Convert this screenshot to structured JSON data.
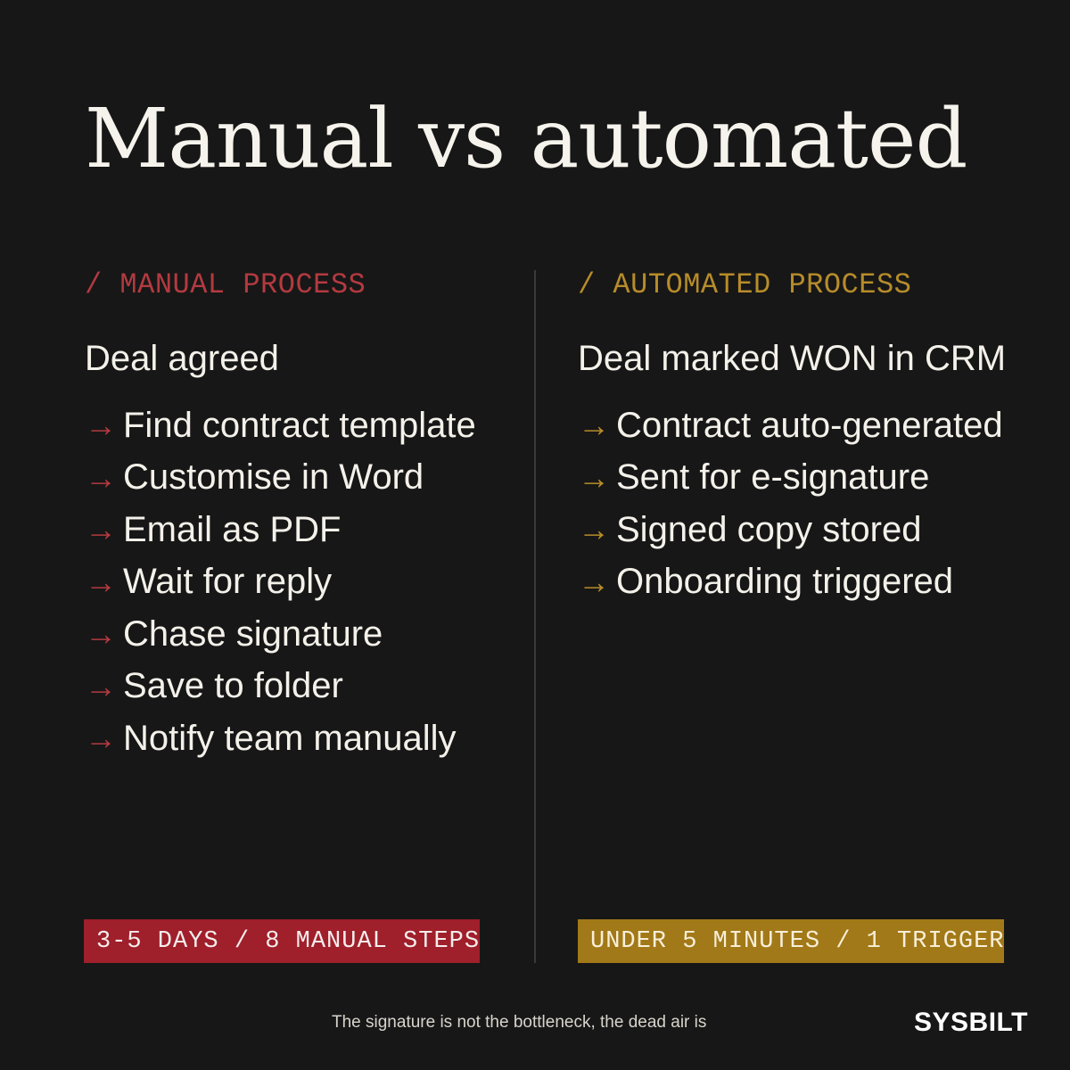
{
  "title": "Manual vs automated",
  "manual": {
    "heading": "/ MANUAL PROCESS",
    "start": "Deal agreed",
    "steps": [
      "Find contract template",
      "Customise in Word",
      "Email as PDF",
      "Wait for reply",
      "Chase signature",
      "Save to folder",
      "Notify team manually"
    ],
    "summary": "3-5 DAYS / 8 MANUAL STEPS"
  },
  "automated": {
    "heading": "/ AUTOMATED PROCESS",
    "start": "Deal marked WON in CRM",
    "steps": [
      "Contract auto-generated",
      "Sent for e-signature",
      "Signed copy stored",
      "Onboarding triggered"
    ],
    "summary": "UNDER 5 MINUTES / 1 TRIGGER"
  },
  "arrow_glyph": "→",
  "footer_text": "The signature is not the bottleneck, the dead air is",
  "brand": "SYSBILT",
  "colors": {
    "background": "#171717",
    "manual_accent": "#b33a40",
    "manual_badge": "#9f1f2a",
    "automated_accent": "#b78c2a",
    "automated_badge": "#a27918"
  }
}
